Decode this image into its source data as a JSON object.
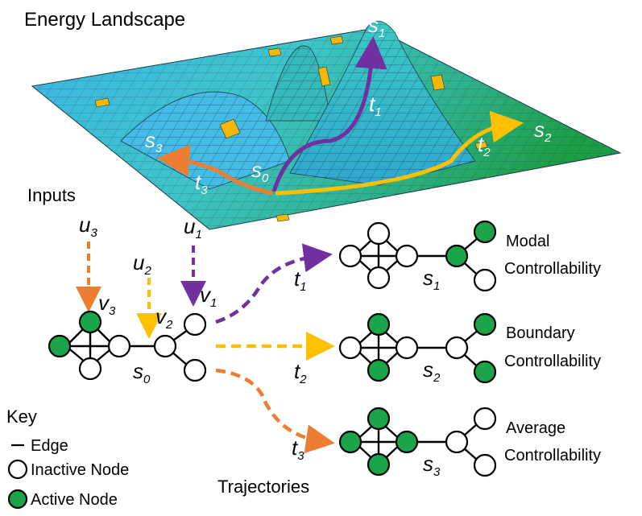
{
  "title": "Energy Landscape",
  "inputs_heading": "Inputs",
  "trajectories_label": "Trajectories",
  "landscape": {
    "s0": {
      "main": "s",
      "sub": "0"
    },
    "s1": {
      "main": "s",
      "sub": "1"
    },
    "s2": {
      "main": "s",
      "sub": "2"
    },
    "s3": {
      "main": "s",
      "sub": "3"
    },
    "t1": {
      "main": "t",
      "sub": "1"
    },
    "t2": {
      "main": "t",
      "sub": "2"
    },
    "t3": {
      "main": "t",
      "sub": "3"
    }
  },
  "inputs": [
    {
      "main": "u",
      "sub": "3",
      "color": "#ed7d31"
    },
    {
      "main": "u",
      "sub": "2",
      "color": "#ffc000"
    },
    {
      "main": "u",
      "sub": "1",
      "color": "#7030a0"
    }
  ],
  "input_nodes": [
    {
      "main": "v",
      "sub": "3"
    },
    {
      "main": "v",
      "sub": "2"
    },
    {
      "main": "v",
      "sub": "1"
    }
  ],
  "initial_state": {
    "main": "s",
    "sub": "0"
  },
  "trajectories": [
    {
      "main": "t",
      "sub": "1",
      "color": "#7030a0"
    },
    {
      "main": "t",
      "sub": "2",
      "color": "#ffc000"
    },
    {
      "main": "t",
      "sub": "3",
      "color": "#ed7d31"
    }
  ],
  "outcomes": [
    {
      "state_main": "s",
      "state_sub": "1",
      "line1": "Modal",
      "line2": "Controllability"
    },
    {
      "state_main": "s",
      "state_sub": "2",
      "line1": "Boundary",
      "line2": "Controllability"
    },
    {
      "state_main": "s",
      "state_sub": "3",
      "line1": "Average",
      "line2": "Controllability"
    }
  ],
  "key": {
    "heading": "Key",
    "edge": "Edge",
    "inactive": "Inactive Node",
    "active": "Active Node"
  },
  "colors": {
    "active_node": "#1aa54a",
    "landscape_low": "#3cb4e0",
    "landscape_high": "#1fa64a",
    "patch": "#f5b800",
    "purple": "#7030a0",
    "yellow": "#ffc000",
    "orange": "#ed7d31"
  }
}
